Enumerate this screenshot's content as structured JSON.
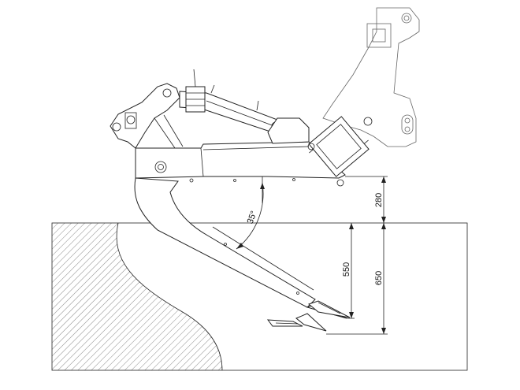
{
  "dimensions": {
    "frame_height": "280",
    "working_depth": "650",
    "tine_depth": "550",
    "tine_angle": "35°"
  }
}
